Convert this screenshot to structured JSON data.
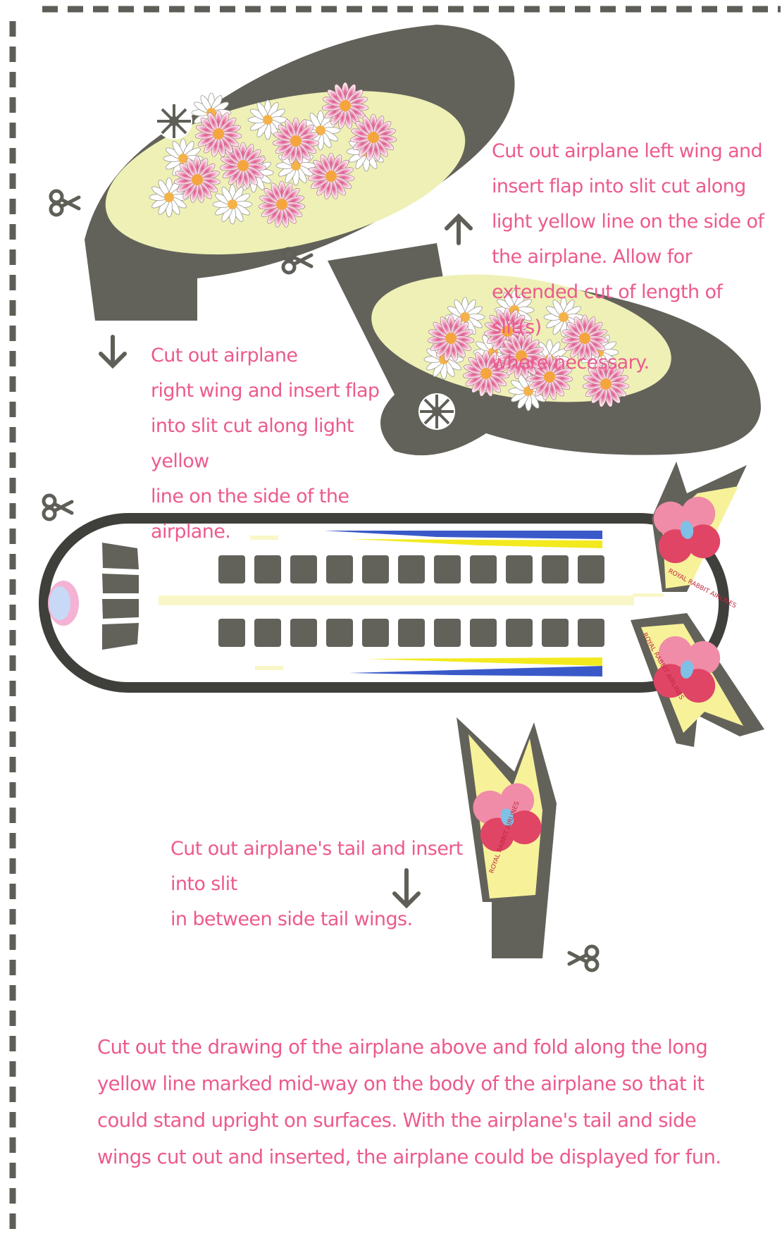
{
  "instructions": {
    "left_wing": "Cut out airplane left wing and insert flap into slit cut along light yellow line on the side of the airplane. Allow for extended cut of length of slit(s)\n                        where necessary.",
    "right_wing": "Cut out airplane\nright wing and insert flap\ninto slit cut along light yellow\nline on the side of the airplane.",
    "tail": "Cut out airplane's tail and insert into slit\nin between side tail wings.",
    "assembly": "Cut out the drawing of the airplane above and fold along the long yellow line marked mid-way on the body of the airplane so that it could stand upright on surfaces. With the airplane's tail and side wings cut out and inserted, the airplane could be displayed for fun."
  },
  "airline_label": "ROYAL RABBIT AIRLINES",
  "colors": {
    "body_outline": "#63625a",
    "wing_panel": "#eef0b6",
    "text_pink": "#ec5a8e",
    "tail_yellow": "#f7f29a",
    "stripe_blue": "#3a59c9",
    "stripe_yellow": "#f2ea1e",
    "cut_border": "#5e5e58"
  },
  "icons": [
    "scissors-icon",
    "arrow-up-icon",
    "arrow-down-icon",
    "wheel-icon",
    "daisy-icon",
    "poppy-icon"
  ]
}
